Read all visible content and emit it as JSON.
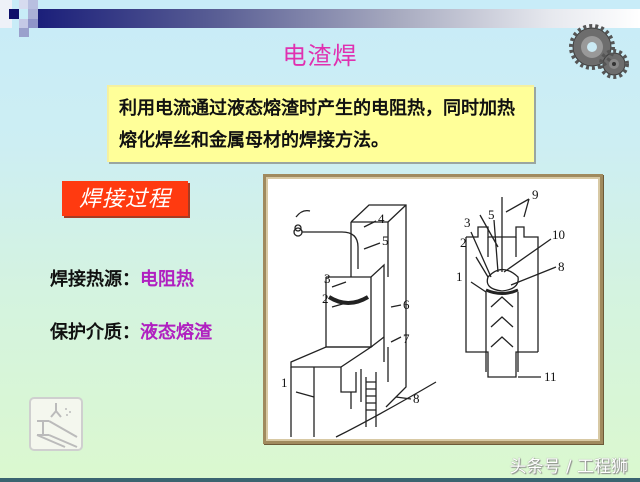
{
  "slide": {
    "title": "电渣焊",
    "definition": "利用电流通过液态熔渣时产生的电阻热，同时加热熔化焊丝和金属母材的焊接方法。",
    "section_label": "焊接过程",
    "properties": [
      {
        "key": "焊接热源：",
        "value": "电阻热"
      },
      {
        "key": "保护介质：",
        "value": "液态熔渣"
      }
    ],
    "diagram": {
      "left_labels": [
        "1",
        "2",
        "3",
        "4",
        "5",
        "6",
        "7",
        "8"
      ],
      "right_labels": [
        "1",
        "2",
        "3",
        "5",
        "8",
        "9",
        "10",
        "11"
      ]
    },
    "watermark": "头条号 / 工程狮",
    "icons": [
      "gears-icon",
      "steel-beam-logo-icon"
    ]
  },
  "colors": {
    "title": "#e030b0",
    "definition_bg": "#ffff99",
    "label_bg": "#ff3a10",
    "value_text": "#b020c0",
    "frame_border": "#a08a5e"
  }
}
